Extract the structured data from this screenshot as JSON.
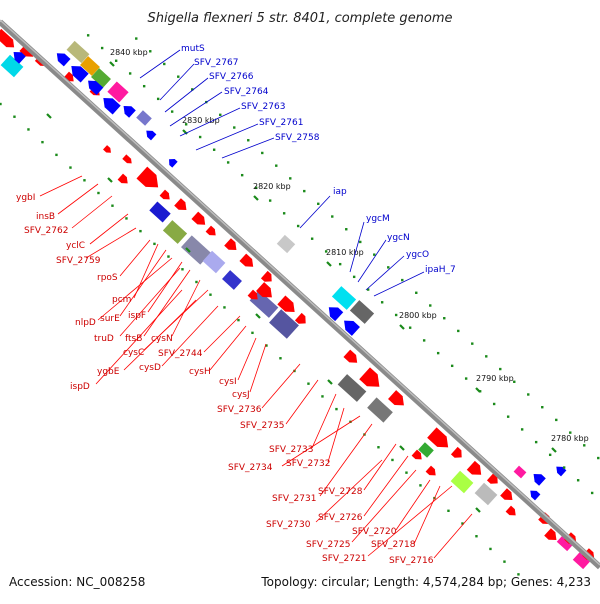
{
  "title": "Shigella flexneri 5 str. 8401, complete genome",
  "footer": {
    "accession": "Accession: NC_008258",
    "summary": "Topology: circular; Length: 4,574,284 bp; Genes: 4,233"
  },
  "colors": {
    "forward": "#ff0000",
    "reverse": "#0000ff",
    "backbone": "#777777",
    "tick": "#1a8a1a",
    "label_forward": "#cc0000",
    "label_reverse": "#0000cc"
  },
  "scale_marks": [
    "2840 kbp",
    "2830 kbp",
    "2820 kbp",
    "2810 kbp",
    "2800 kbp",
    "2790 kbp",
    "2780 kbp"
  ],
  "reverse_labels": [
    "mutS",
    "SFV_2767",
    "SFV_2766",
    "SFV_2764",
    "SFV_2763",
    "SFV_2761",
    "SFV_2758",
    "iap",
    "ygcM",
    "ygcN",
    "ygcO",
    "ipaH_7"
  ],
  "forward_labels": [
    "ygbI",
    "insB",
    "SFV_2762",
    "yclC",
    "SFV_2759",
    "rpoS",
    "pcm",
    "surE",
    "nlpD",
    "ispF",
    "truD",
    "ftsB",
    "cysN",
    "cysC",
    "ispD",
    "ygbE",
    "cysD",
    "SFV_2744",
    "cysH",
    "cysI",
    "cysJ",
    "SFV_2736",
    "SFV_2735",
    "SFV_2733",
    "SFV_2732",
    "SFV_2734",
    "SFV_2731",
    "SFV_2728",
    "SFV_2726",
    "SFV_2730",
    "SFV_2725",
    "SFV_2720",
    "SFV_2718",
    "SFV_2721",
    "SFV_2716"
  ]
}
